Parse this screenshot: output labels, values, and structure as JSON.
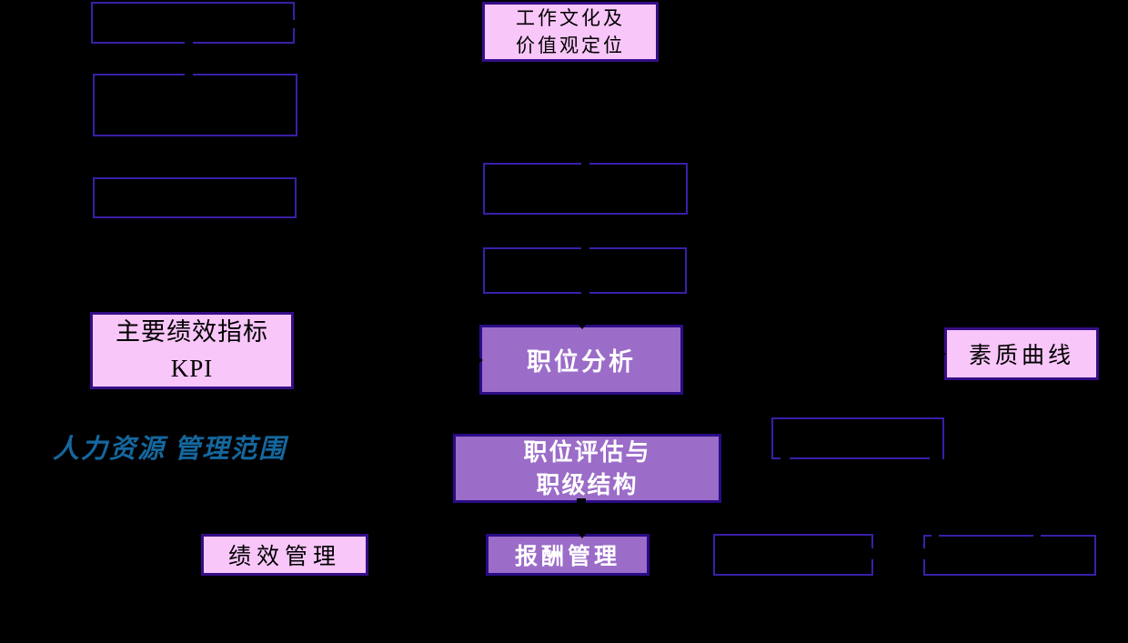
{
  "page": {
    "background": "#000000",
    "description": "HR management framework diagram slide"
  },
  "colors": {
    "empty_box_border": "#3A1FA8",
    "pink_box_fill": "#F9C6F9",
    "pink_box_border": "#350E86",
    "pink_box_text": "#000000",
    "purple_box_fill": "#9B6CC8",
    "purple_box_border": "#2A0C86",
    "purple_box_text": "#FFFFFF",
    "scope_caption_color": "#15679E",
    "connector_color": "#000000"
  },
  "boxes": {
    "culture": {
      "line1": "工作文化及",
      "line2": "价值观定位"
    },
    "kpi": {
      "line1": "主要绩效指标",
      "line2": "KPI"
    },
    "job_analysis": {
      "label": "职位分析"
    },
    "quality_curve": {
      "label": "素质曲线"
    },
    "job_evaluation": {
      "line1": "职位评估与",
      "line2": "职级结构"
    },
    "performance": {
      "label": "绩效管理"
    },
    "compensation": {
      "label": "报酬管理"
    }
  },
  "captions": {
    "hr_scope": {
      "line1": "人力资源",
      "line2": "管理范围"
    }
  }
}
